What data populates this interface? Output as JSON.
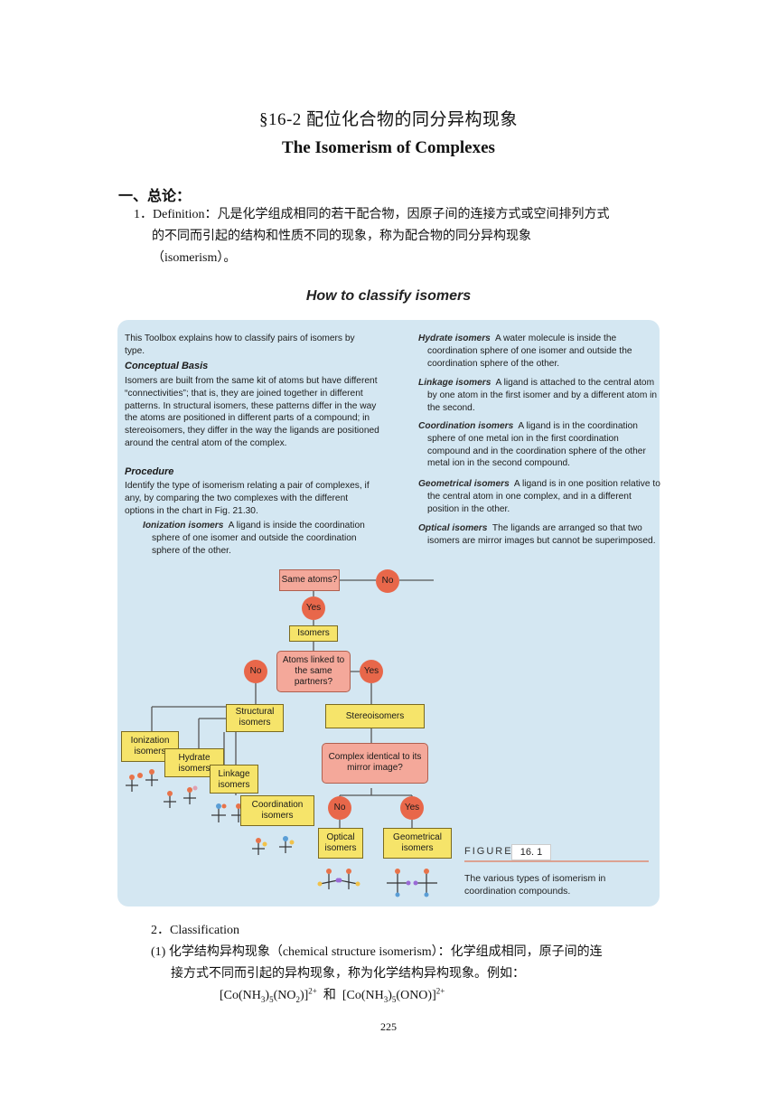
{
  "section_title": "§16-2 配位化合物的同分异构现象",
  "section_subtitle": "The Isomerism of Complexes",
  "general_heading": "一、总论：",
  "definition": {
    "number": "1．",
    "line1": "Definition：凡是化学组成相同的若干配合物，因原子间的连接方式或空间排列方式",
    "line2": "的不同而引起的结构和性质不同的现象，称为配合物的同分异构现象",
    "line3": "（isomerism）。"
  },
  "figure": {
    "heading": "How to classify isomers",
    "intro": "This Toolbox explains how to classify pairs of isomers by type.",
    "conceptual_heading": "Conceptual Basis",
    "conceptual_text": "Isomers are built from the same kit of atoms but have different “connectivities”; that is, they are joined together in different patterns. In structural isomers, these patterns differ in the way the atoms are positioned in different parts of a compound; in stereoisomers, they differ in the way the ligands are positioned around the central atom of the complex.",
    "procedure_heading": "Procedure",
    "procedure_text": "Identify the type of isomerism relating a pair of complexes, if any, by comparing the two complexes with the different options in the chart in Fig. 21.30.",
    "types": [
      {
        "name": "Ionization isomers",
        "desc": "A ligand is inside the coordination sphere of one isomer and outside the coordination sphere of the other."
      },
      {
        "name": "Hydrate isomers",
        "desc": "A water molecule is inside the coordination sphere of one isomer and outside the coordination sphere of the other."
      },
      {
        "name": "Linkage isomers",
        "desc": "A ligand is attached to the central atom by one atom in the first isomer and by a different atom in the second."
      },
      {
        "name": "Coordination isomers",
        "desc": "A ligand is in the coordination sphere of one metal ion in the first coordination compound and in the coordination sphere of the other metal ion in the second compound."
      },
      {
        "name": "Geometrical isomers",
        "desc": "A ligand is in one position relative to the central atom in one complex, and in a different position in the other."
      },
      {
        "name": "Optical isomers",
        "desc": "The ligands are arranged so that two isomers are mirror images but cannot be superimposed."
      }
    ],
    "chart": {
      "same_atoms": "Same atoms?",
      "no": "No",
      "yes": "Yes",
      "isomers": "Isomers",
      "atoms_linked": "Atoms linked to the same partners?",
      "structural": "Structural isomers",
      "stereo": "Stereoisomers",
      "mirror": "Complex identical to its mirror image?",
      "ionization": "Ionization isomers",
      "hydrate": "Hydrate isomers",
      "linkage": "Linkage isomers",
      "coordination": "Coordination isomers",
      "optical": "Optical isomers",
      "geometrical": "Geometrical isomers"
    },
    "caption_label": "FIGURE",
    "caption_number": "16. 1",
    "caption_text": "The various types of isomerism in coordination compounds."
  },
  "classification": "2．Classification",
  "item1_line1": "(1) 化学结构异构现象（chemical structure isomerism）：化学组成相同，原子间的连",
  "item1_line2": "接方式不同而引起的异构现象，称为化学结构异构现象。例如：",
  "formula_joiner": "和",
  "page_number": "225",
  "colors": {
    "panel": "#d4e7f2",
    "yellow_box": "#f6e46a",
    "pink_box": "#f4a89a",
    "circle": "#e8674a"
  }
}
